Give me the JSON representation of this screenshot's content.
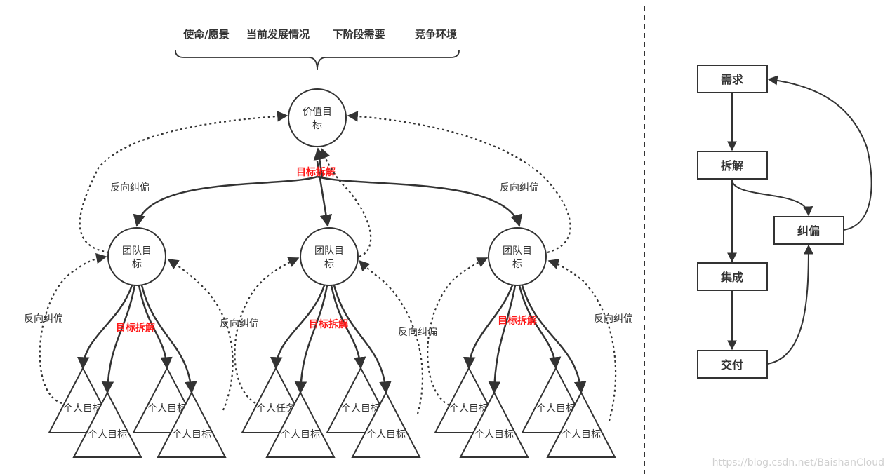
{
  "header": {
    "labels": [
      "使命/愿景",
      "当前发展情况",
      "下阶段需要",
      "竞争环境"
    ]
  },
  "left": {
    "value_goal": [
      "价值目",
      "标"
    ],
    "team_goal": [
      "团队目",
      "标"
    ],
    "decompose": "目标拆解",
    "feedback": "反向纠偏",
    "personal_goal": "个人目标",
    "personal_task": "个人任务"
  },
  "flow": {
    "demand": "需求",
    "decompose": "拆解",
    "correct": "纠偏",
    "integrate": "集成",
    "deliver": "交付"
  },
  "watermark": "https://blog.csdn.net/BaishanCloud",
  "colors": {
    "line": "#333333",
    "accent": "#ff1a1a"
  }
}
